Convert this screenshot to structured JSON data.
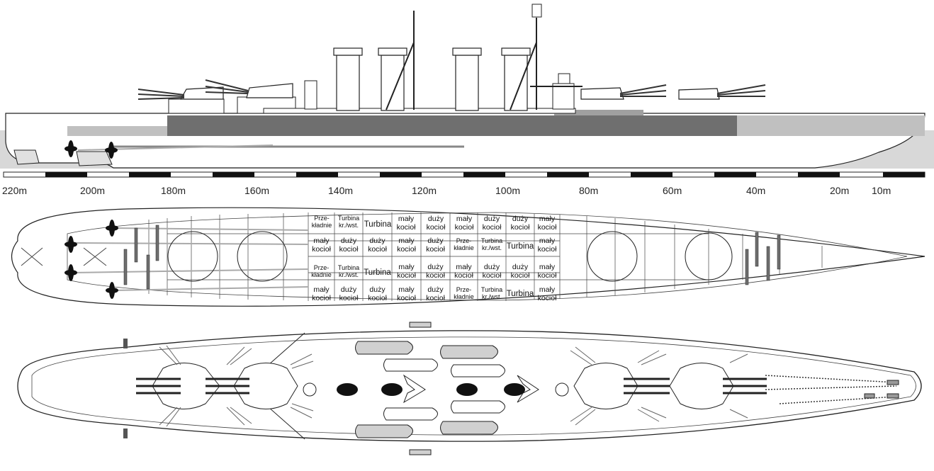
{
  "scale": {
    "labels": [
      "220m",
      "200m",
      "180m",
      "160m",
      "140m",
      "120m",
      "100m",
      "80m",
      "60m",
      "40m",
      "20m",
      "10m"
    ]
  },
  "compartments": {
    "prze_kladnie": "Prze-\nkładnie",
    "turbina_krwst": "Turbina\nkr./wst.",
    "turbina": "Turbina",
    "maly_kociol": "mały\nkocioł",
    "duzy_kociol": "duży\nkocioł"
  },
  "colors": {
    "hull_fill": "#ffffff",
    "belt_dark": "#6f6f6f",
    "belt_light": "#c0c0c0",
    "waterline": "#d8d8d8",
    "outline": "#222222",
    "boat_fill": "#d0d0d0"
  }
}
